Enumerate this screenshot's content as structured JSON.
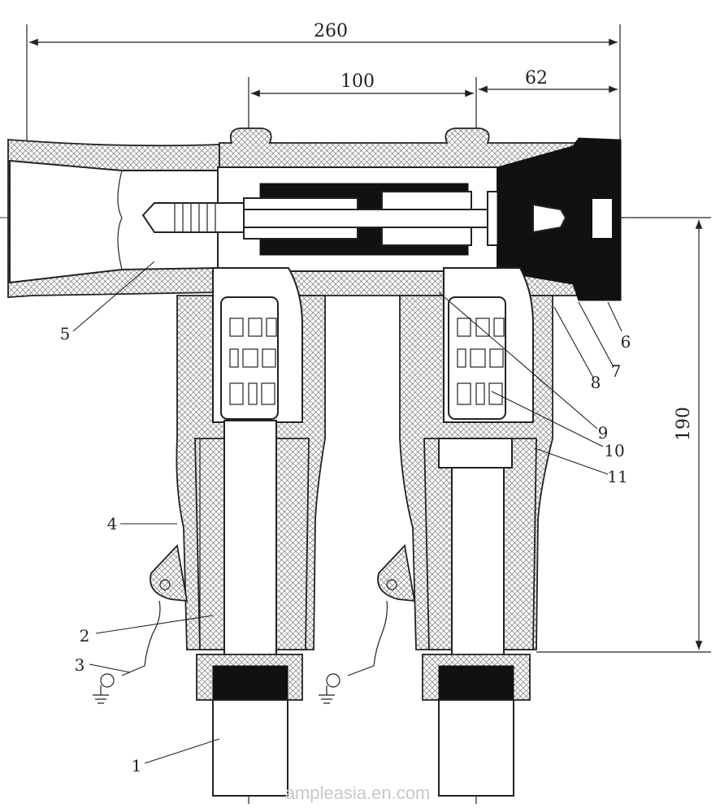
{
  "dimensions": {
    "overall_width": "260",
    "center_distance": "100",
    "right_offset": "62",
    "height": "190"
  },
  "part_labels": [
    "1",
    "2",
    "3",
    "4",
    "5",
    "6",
    "7",
    "8",
    "9",
    "10",
    "11"
  ],
  "watermark": "ampleasia.en.com",
  "icons": {
    "ground_left": "ground-symbol-icon",
    "ground_right": "ground-symbol-icon"
  },
  "colors": {
    "line": "#222222",
    "insulation_fill": "#cfcfcf",
    "cap_black": "#111111"
  }
}
